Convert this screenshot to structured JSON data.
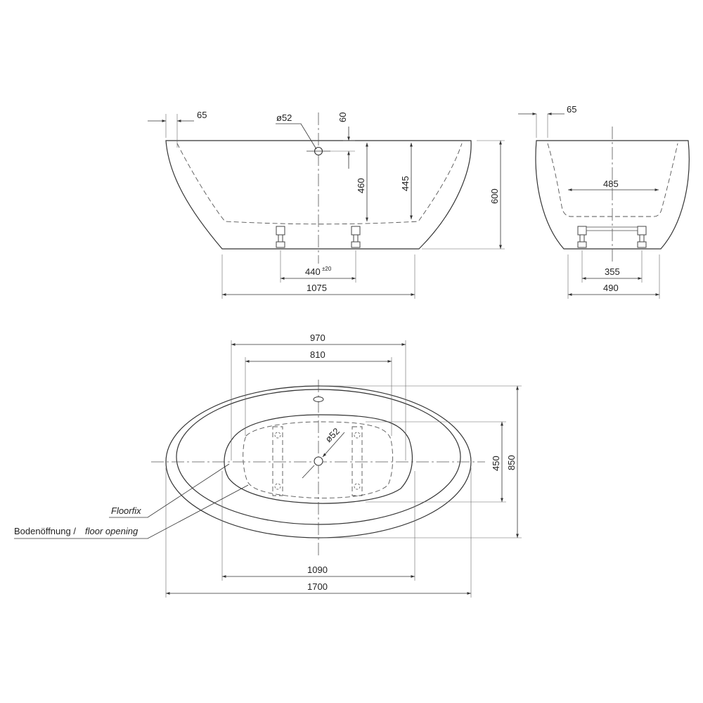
{
  "side_view": {
    "rim_offset": "65",
    "overflow_diameter": "ø52",
    "overflow_offset": "60",
    "inner_depth_at_overflow": "460",
    "inner_depth": "445",
    "total_height": "600",
    "feet_spacing": "440",
    "feet_tolerance": "±20",
    "base_length": "1075"
  },
  "end_view": {
    "rim_offset": "65",
    "inner_width": "485",
    "feet_spacing": "355",
    "base_width": "490"
  },
  "plan_view": {
    "inner_length": "970",
    "floor_length": "810",
    "drain_diameter": "ø52",
    "floor_width": "450",
    "total_width": "850",
    "outer_base_length": "1090",
    "total_length": "1700",
    "floorfix_label": "Floorfix",
    "floor_opening_label_de": "Bodenöffnung /",
    "floor_opening_label_en": "floor opening"
  }
}
